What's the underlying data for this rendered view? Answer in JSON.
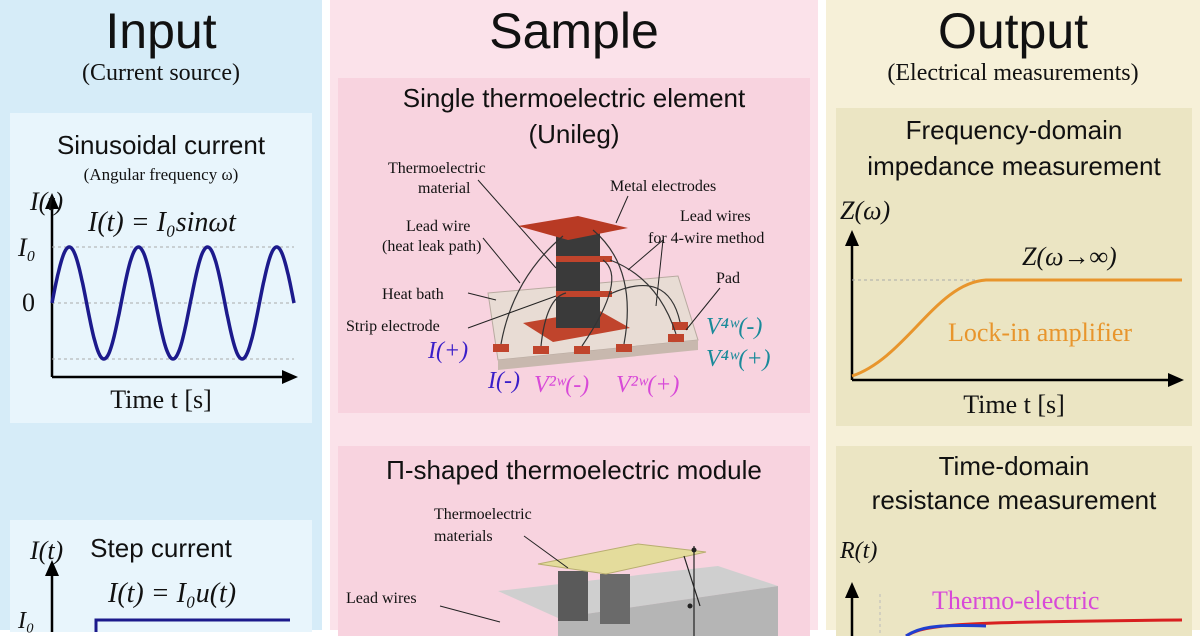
{
  "input": {
    "title": "Input",
    "subtitle": "(Current source)",
    "sinusoidal": {
      "title": "Sinusoidal current",
      "subtitle": "(Angular frequency ω)",
      "y_label": "I(t)",
      "equation": "I(t) = I₀sinωt",
      "tick_top": "I₀",
      "tick_zero": "0",
      "x_label": "Time t [s]"
    },
    "step": {
      "title": "Step current",
      "y_label": "I(t)",
      "equation": "I(t) = I₀u(t)",
      "tick_top": "I₀"
    },
    "colors": {
      "wave": "#1c1a8c"
    }
  },
  "sample": {
    "title": "Sample",
    "unileg": {
      "title_line1": "Single thermoelectric element",
      "title_line2": "(Unileg)",
      "labels": {
        "te_material_1": "Thermoelectric",
        "te_material_2": "material",
        "metal_electrodes": "Metal electrodes",
        "lead_wire_1": "Lead wire",
        "lead_wire_2": "(heat leak path)",
        "lead_wires_1": "Lead wires",
        "lead_wires_2": "for 4-wire method",
        "heat_bath": "Heat bath",
        "pad": "Pad",
        "strip_electrode": "Strip electrode",
        "i_plus": "I(+)",
        "i_minus": "I(-)",
        "v2w_minus": "V²ʷ(-)",
        "v2w_plus": "V²ʷ(+)",
        "v4w_minus": "V⁴ʷ(-)",
        "v4w_plus": "V⁴ʷ(+)"
      }
    },
    "module": {
      "title": "Π-shaped thermoelectric module",
      "labels": {
        "te_materials_1": "Thermoelectric",
        "te_materials_2": "materials",
        "lead_wires": "Lead wires"
      }
    },
    "colors": {
      "current": "#3a1ec8",
      "v2w": "#d84ad8",
      "v4w": "#1a8a9a",
      "electrode": "#c0442c"
    }
  },
  "output": {
    "title": "Output",
    "subtitle": "(Electrical measurements)",
    "freq": {
      "title_line1": "Frequency-domain",
      "title_line2": "impedance measurement",
      "y_label": "Z(ω)",
      "curve_label": "Z(ω→∞)",
      "instrument": "Lock-in amplifier",
      "x_label": "Time t [s]"
    },
    "time": {
      "title_line1": "Time-domain",
      "title_line2": "resistance measurement",
      "y_label": "R(t)",
      "curve_label": "Thermo-electric"
    },
    "colors": {
      "curve": "#e8952c",
      "thermo": "#d84ad8",
      "red": "#d82020",
      "blue": "#2040d0"
    }
  }
}
